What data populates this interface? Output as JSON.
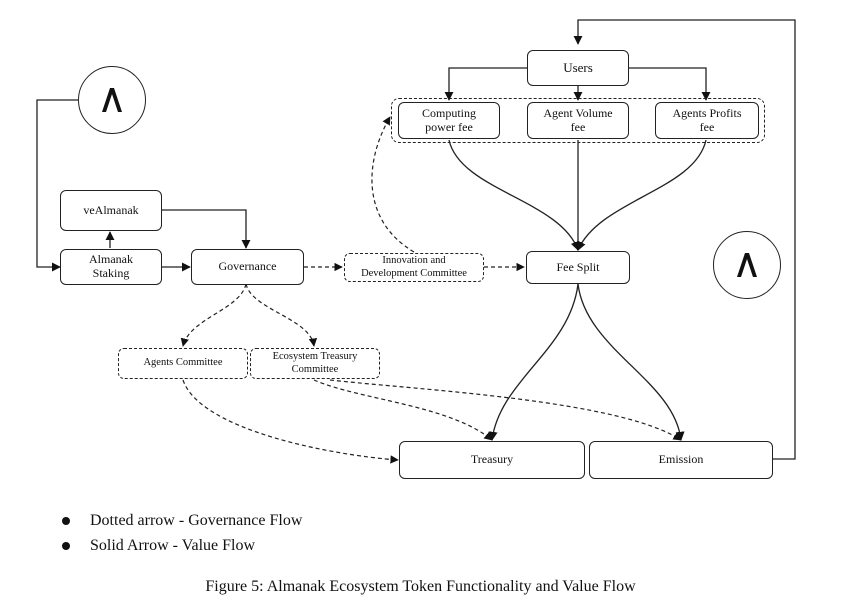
{
  "nodes": {
    "users": "Users",
    "computing_fee": "Computing\npower fee",
    "agent_volume_fee": "Agent Volume\nfee",
    "agents_profits_fee": "Agents Profits\nfee",
    "ve_almanak": "veAlmanak",
    "almanak_staking": "Almanak\nStaking",
    "governance": "Governance",
    "innovation_committee": "Innovation and\nDevelopment Committee",
    "fee_split": "Fee Split",
    "agents_committee": "Agents Committee",
    "ecosystem_treasury_committee": "Ecosystem Treasury\nCommittee",
    "treasury": "Treasury",
    "emission": "Emission"
  },
  "logos": [
    "almanak-logo",
    "almanak-logo"
  ],
  "legend": [
    {
      "text": "Dotted arrow - Governance Flow"
    },
    {
      "text": "Solid Arrow - Value Flow"
    }
  ],
  "caption": "Figure 5:  Almanak Ecosystem Token Functionality and Value Flow"
}
